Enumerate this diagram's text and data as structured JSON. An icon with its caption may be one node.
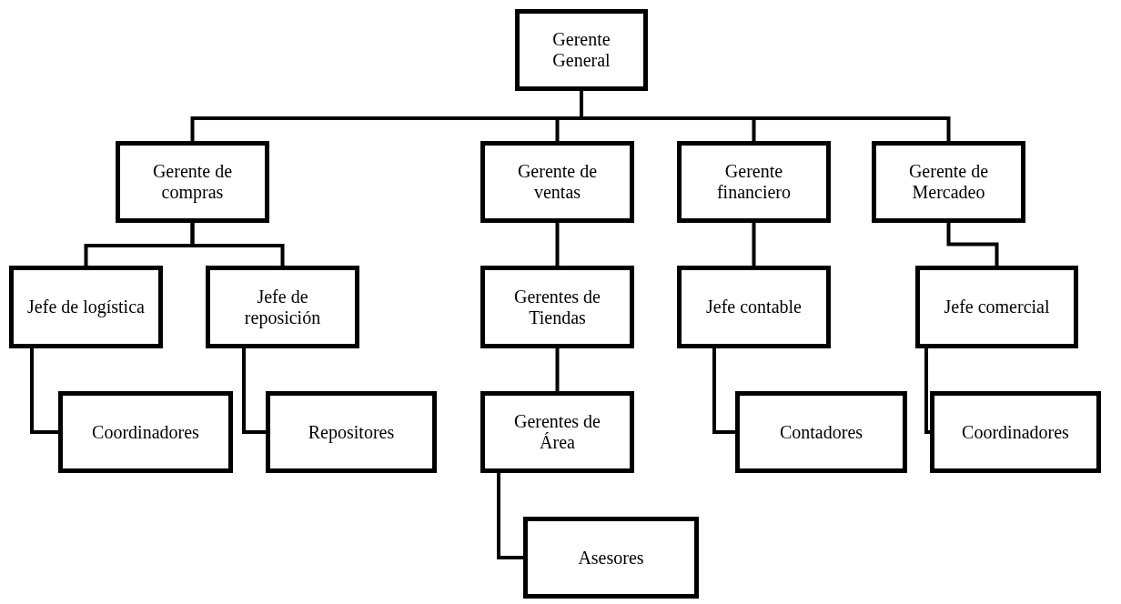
{
  "diagram": {
    "nodes": [
      {
        "text": [
          "Gerente General"
        ]
      },
      {
        "text": [
          "Gerente de compras"
        ]
      },
      {
        "text": [
          "Gerente de ventas"
        ]
      },
      {
        "text": [
          "Gerente financiero"
        ]
      },
      {
        "text": [
          "Gerente de Mercadeo"
        ]
      },
      {
        "text": [
          "Jefe de logística"
        ]
      },
      {
        "text": [
          "Jefe de reposición"
        ]
      },
      {
        "text": [
          "Gerentes de Tiendas"
        ]
      },
      {
        "text": [
          "Jefe contable"
        ]
      },
      {
        "text": [
          "Jefe comercial"
        ]
      },
      {
        "text": [
          "Coordinadores"
        ]
      },
      {
        "text": [
          "Repositores"
        ]
      },
      {
        "text": [
          "Gerentes de Área"
        ]
      },
      {
        "text": [
          "Contadores"
        ]
      },
      {
        "text": [
          "Coordinadores"
        ]
      },
      {
        "text": [
          "Asesores"
        ]
      }
    ],
    "edges": [
      {
        "from": 0,
        "to": 1,
        "arrow": "none"
      },
      {
        "from": 0,
        "to": 2,
        "arrow": "none"
      },
      {
        "from": 0,
        "to": 3,
        "arrow": "none"
      },
      {
        "from": 0,
        "to": 4,
        "arrow": "none"
      },
      {
        "from": 1,
        "to": 5,
        "arrow": "none"
      },
      {
        "from": 1,
        "to": 6,
        "arrow": "none"
      },
      {
        "from": 2,
        "to": 7,
        "arrow": "none"
      },
      {
        "from": 3,
        "to": 8,
        "arrow": "none"
      },
      {
        "from": 4,
        "to": 9,
        "arrow": "none"
      },
      {
        "from": 5,
        "to": 10,
        "arrow": "none"
      },
      {
        "from": 6,
        "to": 11,
        "arrow": "none"
      },
      {
        "from": 7,
        "to": 12,
        "arrow": "none"
      },
      {
        "from": 8,
        "to": 13,
        "arrow": "none"
      },
      {
        "from": 9,
        "to": 14,
        "arrow": "none"
      },
      {
        "from": 12,
        "to": 15,
        "arrow": "none"
      }
    ]
  }
}
